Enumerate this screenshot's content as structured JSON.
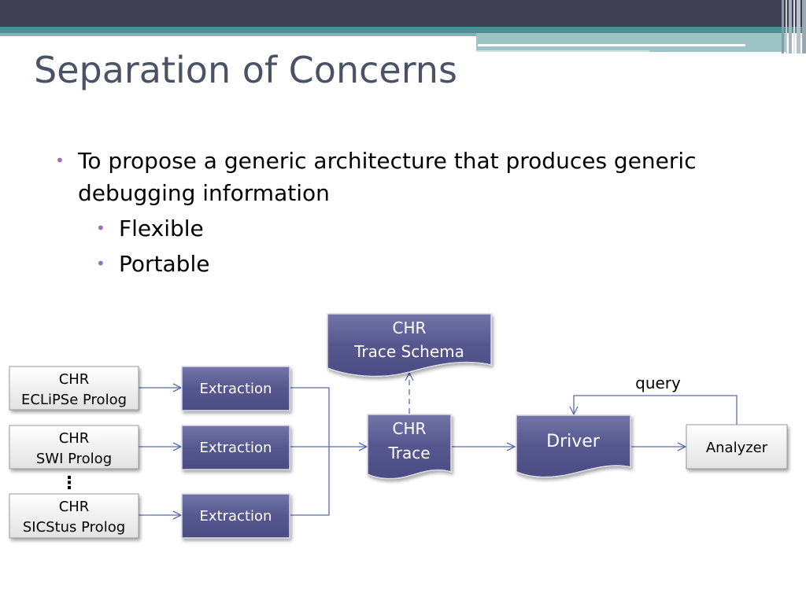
{
  "slide": {
    "title": "Separation of Concerns",
    "bullets": [
      {
        "text": "To propose a generic architecture that produces generic debugging information"
      },
      {
        "text": "Flexible"
      },
      {
        "text": "Portable"
      }
    ]
  },
  "diagram": {
    "sources": [
      {
        "line1": "CHR",
        "line2": "ECLiPSe Prolog"
      },
      {
        "line1": "CHR",
        "line2": "SWI Prolog"
      },
      {
        "line1": "CHR",
        "line2": "SICStus Prolog"
      }
    ],
    "ellipsis": "⋮",
    "extraction_label": "Extraction",
    "trace_schema": {
      "line1": "CHR",
      "line2": "Trace Schema"
    },
    "trace": {
      "line1": "CHR",
      "line2": "Trace"
    },
    "driver": "Driver",
    "analyzer": "Analyzer",
    "query_label": "query"
  },
  "colors": {
    "header": "#404154",
    "teal": "#4f8f93",
    "title": "#4a5366",
    "bullet": "#9c6fbd",
    "node_dark": "#505289",
    "node_light": "#eeeeee",
    "arrow": "#5a6cab"
  }
}
